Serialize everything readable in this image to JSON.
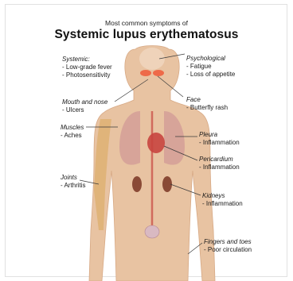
{
  "header": {
    "subtitle": "Most common symptoms of",
    "title": "Systemic lupus erythematosus"
  },
  "labels": {
    "systemic": {
      "heading": "Systemic:",
      "items": [
        "- Low-grade fever",
        "- Photosensitivity"
      ]
    },
    "psychological": {
      "heading": "Psychological",
      "items": [
        "- Fatigue",
        "- Loss of appetite"
      ]
    },
    "mouth_nose": {
      "heading": "Mouth and nose",
      "items": [
        "- Ulcers"
      ]
    },
    "face": {
      "heading": "Face",
      "items": [
        "- Butterfly rash"
      ]
    },
    "muscles": {
      "heading": "Muscles",
      "items": [
        "- Aches"
      ]
    },
    "pleura": {
      "heading": "Pleura",
      "items": [
        "- Inflammation"
      ]
    },
    "pericardium": {
      "heading": "Pericardium",
      "items": [
        "- Inflammation"
      ]
    },
    "joints": {
      "heading": "Joints",
      "items": [
        "- Arthritis"
      ]
    },
    "kidneys": {
      "heading": "Kidneys",
      "items": [
        "- Inflammation"
      ]
    },
    "fingers_toes": {
      "heading": "Fingers and toes",
      "items": [
        "- Poor circulation"
      ]
    }
  },
  "colors": {
    "skin": "#e8c3a2",
    "skin_shadow": "#d7a985",
    "rash": "#ee5a3a",
    "lung": "#c98a92",
    "heart": "#c8453f",
    "kidney": "#8a4a36",
    "muscle": "#d9a85a",
    "leader_line": "#3a3a3a"
  }
}
